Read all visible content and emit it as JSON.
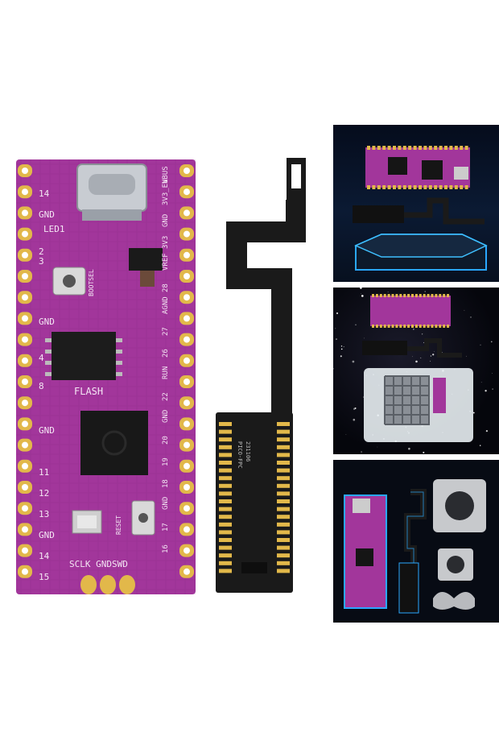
{
  "board": {
    "left_pins": [
      "14",
      "GND",
      "2",
      "3",
      "GND",
      "4",
      "8",
      "GND",
      "11",
      "12",
      "13",
      "GND",
      "14",
      "15"
    ],
    "right_labels": [
      "VBUS",
      "3V3_EN",
      "GND",
      "3V3",
      "VREF",
      "28",
      "AGND",
      "27",
      "26",
      "RUN",
      "22",
      "GND",
      "20",
      "19",
      "18",
      "GND",
      "17",
      "16"
    ],
    "silkscreen": {
      "led": "LED1",
      "bootsel": "BOOTSEL",
      "flash": "FLASH",
      "reset": "RESET",
      "bottom": "SCLK GNDSWD"
    }
  },
  "fpc": {
    "label_line1": "PICO-FPC",
    "label_line2": "231106"
  },
  "colors": {
    "pcb": "#a2369b",
    "gold": "#e2b84a",
    "fpc": "#1a1a1a",
    "panel_glow": "#2aa8ff"
  }
}
